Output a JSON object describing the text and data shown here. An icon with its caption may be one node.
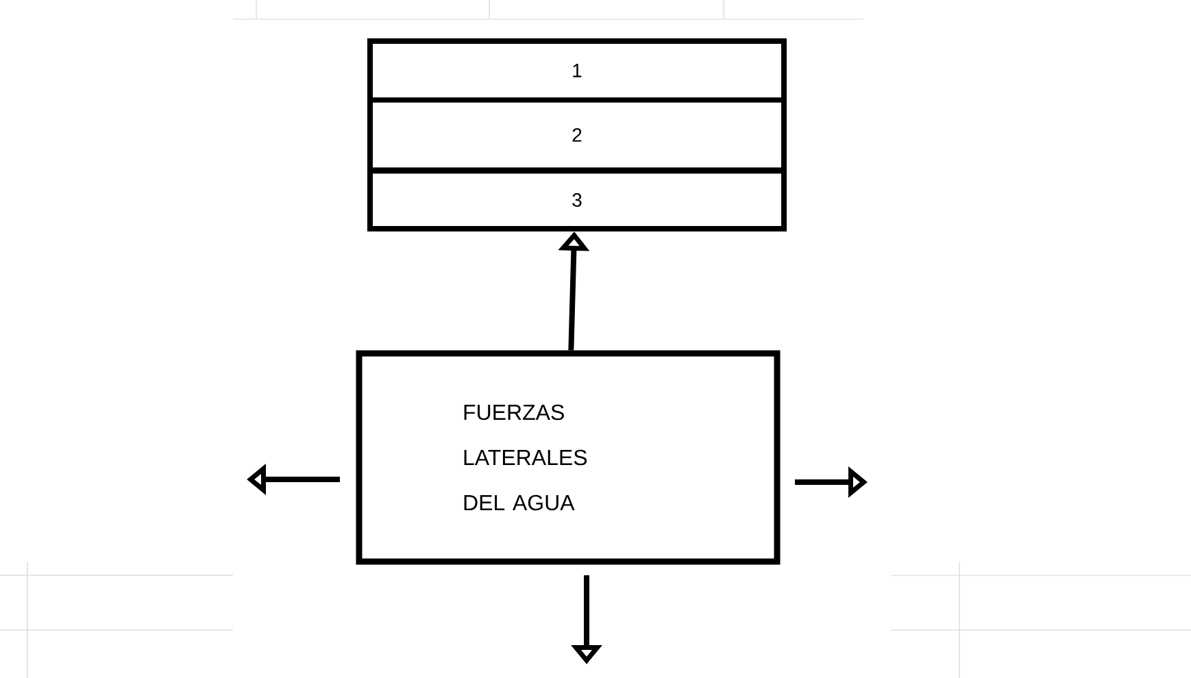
{
  "diagram": {
    "nodes": [
      {
        "text": [],
        "shape": "box"
      },
      {
        "text": [
          "1"
        ],
        "in": 0
      },
      {
        "text": [
          "2"
        ],
        "in": 0
      },
      {
        "text": [
          "3"
        ],
        "in": 0
      },
      {
        "text": [
          "FUERZAS LATERALES DEL AGUA"
        ]
      }
    ],
    "edges": [
      {
        "from": 4,
        "to": 0,
        "arrow": "to"
      }
    ]
  }
}
